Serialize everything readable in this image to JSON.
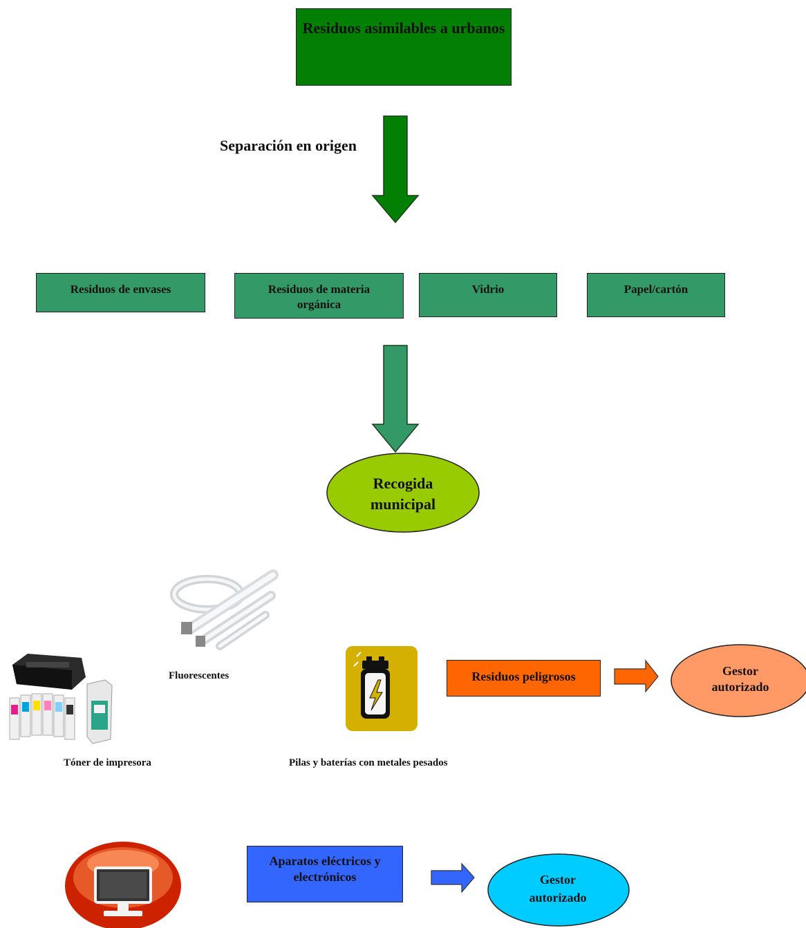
{
  "top_box": {
    "text": "Residuos asimilables a urbanos",
    "color": "#037f03"
  },
  "separation_label": "Separación en origen",
  "categories": [
    {
      "text": "Residuos de envases"
    },
    {
      "text": "Residuos de materia orgánica"
    },
    {
      "text": "Vidrio"
    },
    {
      "text": "Papel/cartón"
    }
  ],
  "categories_color": "#339966",
  "collection_ellipse": {
    "text": "Recogida municipal",
    "color": "#99cc00"
  },
  "hazardous": {
    "box_text": "Residuos peligrosos",
    "box_color": "#ff6600",
    "arrow_color": "#ff6600",
    "manager_text": "Gestor autorizado",
    "manager_color": "#ff9966",
    "items": [
      {
        "caption": "Fluorescentes",
        "icon": "fluorescent-tubes-icon"
      },
      {
        "caption": "Tóner de impresora",
        "icon": "printer-toner-icon"
      },
      {
        "caption": "Pilas y baterías con metales pesados",
        "icon": "battery-icon"
      }
    ]
  },
  "electrical": {
    "box_text": "Aparatos eléctricos y electrónicos",
    "box_color": "#3366ff",
    "arrow_color": "#3366ff",
    "manager_text": "Gestor autorizado",
    "manager_color": "#00ccff",
    "icon": "computer-monitor-icon"
  }
}
